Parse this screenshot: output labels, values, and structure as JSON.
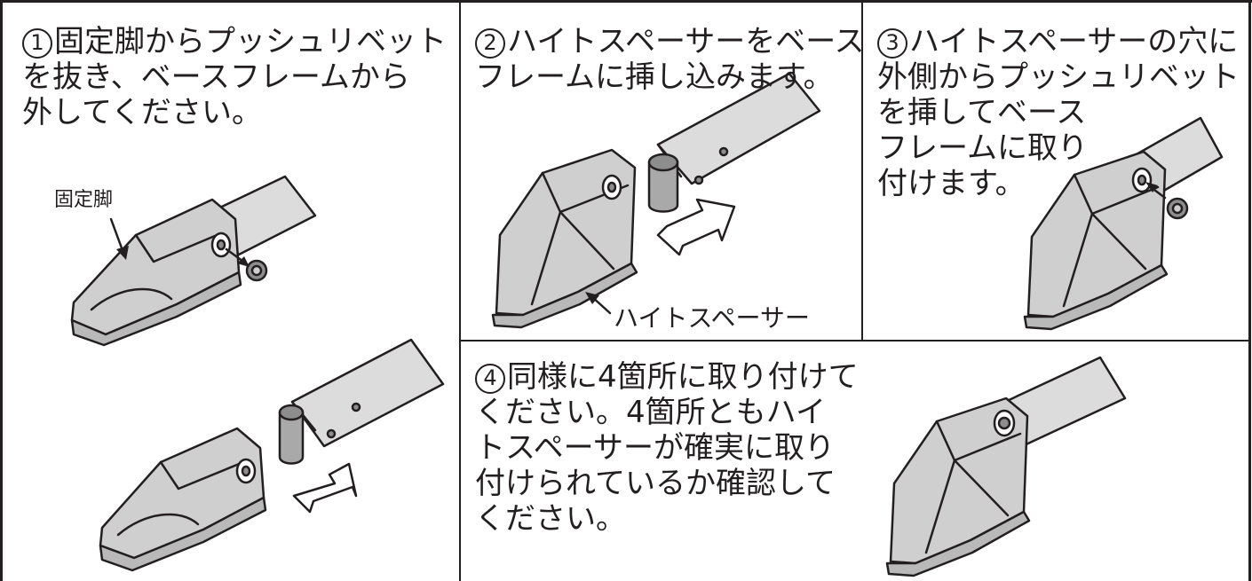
{
  "steps": [
    {
      "number": "1",
      "text": "固定脚からプッシュリベット\nを抜き、ベースフレームから\n外してください。",
      "callout": "固定脚"
    },
    {
      "number": "2",
      "text": "ハイトスペーサーをベース\nフレームに挿し込みます。",
      "callout": "ハイトスペーサー"
    },
    {
      "number": "3",
      "text": "ハイトスペーサーの穴に\n外側からプッシュリベット\nを挿してベース\nフレームに取り\n付けます。"
    },
    {
      "number": "4",
      "text": "同様に4箇所に取り付けて\nください。4箇所ともハイ\nトスペーサーが確実に取り\n付けられているか確認して\nください。"
    }
  ],
  "colors": {
    "line": "#231f20",
    "part_fill": "#cfcfcf",
    "part_shade": "#a9a9a9",
    "bar_fill": "#dcdcdc"
  }
}
